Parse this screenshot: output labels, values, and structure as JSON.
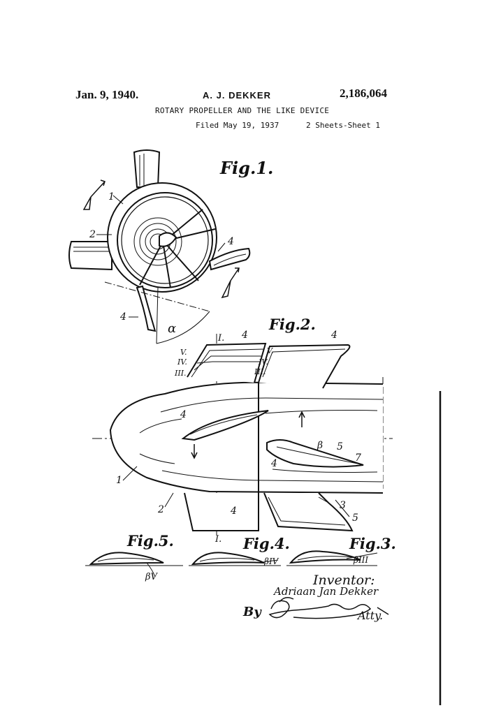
{
  "header": {
    "date": "Jan. 9, 1940.",
    "inventor_name": "A. J. DEKKER",
    "patent_number": "2,186,064",
    "title": "ROTARY PROPELLER AND THE LIKE DEVICE",
    "filed": "Filed May 19, 1937",
    "sheet": "2 Sheets-Sheet 1"
  },
  "figures": {
    "fig1": "Fig.1.",
    "fig2": "Fig.2.",
    "fig3": "Fig.3.",
    "fig4": "Fig.4.",
    "fig5": "Fig.5."
  },
  "reference_labels": {
    "fig1": [
      "1",
      "2",
      "4",
      "4",
      "α"
    ],
    "fig2": [
      "I.",
      "4",
      "4",
      "V.",
      "IV.",
      "III.",
      "V.",
      "IV.",
      "III.",
      "4",
      "β",
      "5",
      "7",
      "4",
      "1",
      "2",
      "4",
      "3",
      "5",
      "I."
    ],
    "sections": [
      "βV",
      "βIV",
      "βIII"
    ]
  },
  "signature": {
    "inventor_label": "Inventor:",
    "inventor_name": "Adriaan Jan Dekker",
    "by": "By",
    "attorney": "Atty."
  }
}
